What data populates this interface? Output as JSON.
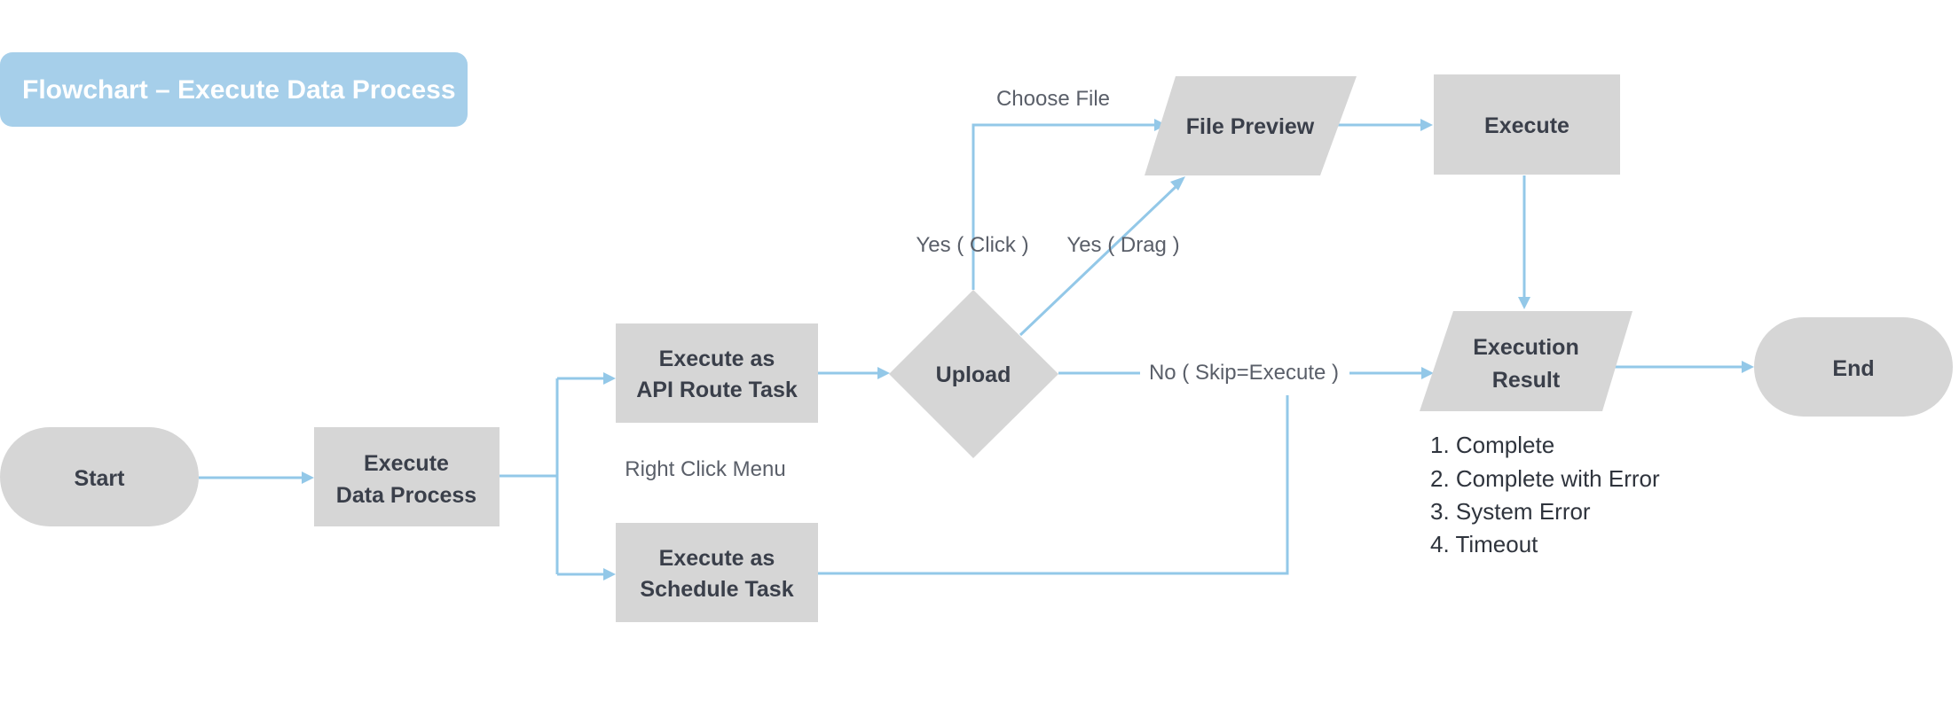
{
  "title": "Flowchart – Execute Data Process",
  "colors": {
    "title_bg": "#a6cfea",
    "title_text": "#ffffff",
    "node_fill": "#d6d6d6",
    "edge": "#93c8e8",
    "node_text": "#3a3f4a",
    "label_text": "#5a5f69"
  },
  "nodes": {
    "start": {
      "shape": "terminator",
      "lines": [
        "Start"
      ]
    },
    "execute_data_process": {
      "shape": "process",
      "lines": [
        "Execute",
        "Data Process"
      ]
    },
    "api_route_task": {
      "shape": "process",
      "lines": [
        "Execute as",
        "API Route Task"
      ]
    },
    "schedule_task": {
      "shape": "process",
      "lines": [
        "Execute as",
        "Schedule Task"
      ]
    },
    "upload": {
      "shape": "decision",
      "lines": [
        "Upload"
      ]
    },
    "file_preview": {
      "shape": "data",
      "lines": [
        "File Preview"
      ]
    },
    "execute": {
      "shape": "process",
      "lines": [
        "Execute"
      ]
    },
    "execution_result": {
      "shape": "data",
      "lines": [
        "Execution",
        "Result"
      ]
    },
    "end": {
      "shape": "terminator",
      "lines": [
        "End"
      ]
    }
  },
  "edge_labels": {
    "choose_file": "Choose File",
    "yes_click": "Yes ( Click )",
    "yes_drag": "Yes ( Drag )",
    "no_skip": "No ( Skip=Execute )",
    "right_click_menu": "Right Click Menu"
  },
  "result_list": [
    "1. Complete",
    "2. Complete with Error",
    "3. System Error",
    "4. Timeout"
  ]
}
